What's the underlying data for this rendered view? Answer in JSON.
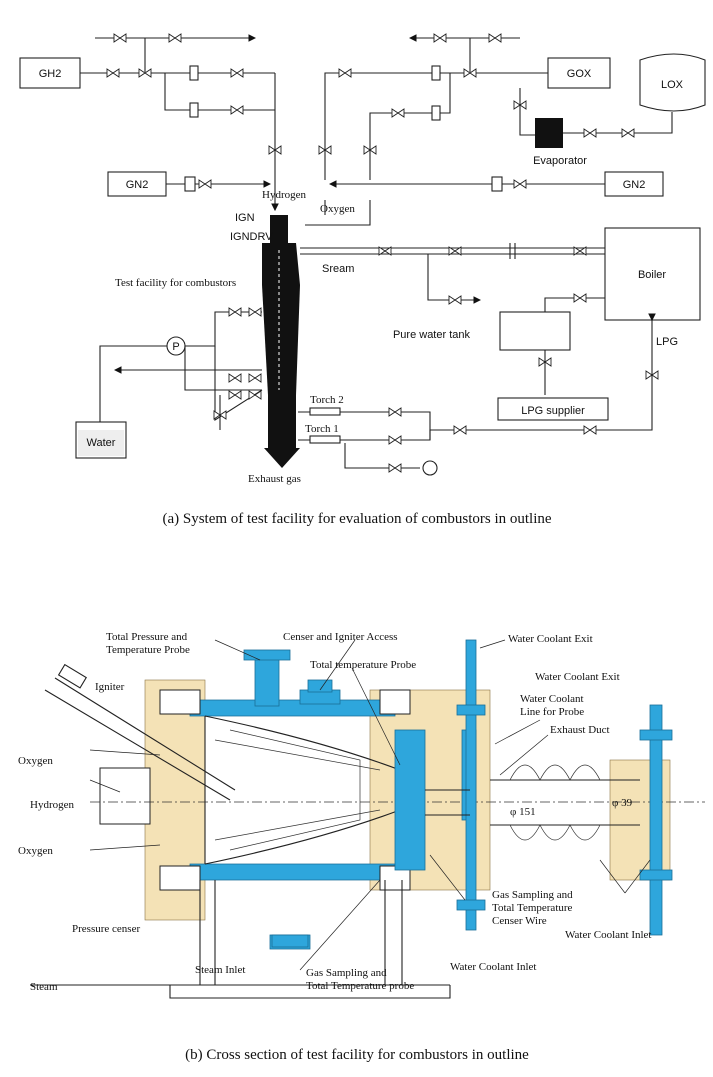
{
  "part_a": {
    "boxes": {
      "gh2": "GH2",
      "gox": "GOX",
      "lox": "LOX",
      "gn2_left": "GN2",
      "gn2_right": "GN2",
      "boiler": "Boiler",
      "pure_water_tank": "Pure water tank",
      "lpg_supplier": "LPG supplier",
      "water": "Water",
      "pump": "P"
    },
    "labels": {
      "evaporator": "Evaporator",
      "hydrogen": "Hydrogen",
      "oxygen": "Oxygen",
      "ign": "IGN",
      "igndrv": "IGNDRV",
      "steam": "Sream",
      "test_facility": "Test facility for combustors",
      "lpg": "LPG",
      "torch2": "Torch 2",
      "torch1": "Torch 1",
      "exhaust": "Exhaust gas"
    },
    "caption": "(a)   System of test facility for evaluation of combustors in outline"
  },
  "part_b": {
    "labels": {
      "total_pressure_probe": "Total Pressure and\nTemperature Probe",
      "censer_igniter": "Censer and Igniter Access",
      "total_temp_probe": "Total temperature Probe",
      "water_coolant_exit_1": "Water Coolant Exit",
      "water_coolant_exit_2": "Water Coolant Exit",
      "water_coolant_line": "Water Coolant\nLine for Probe",
      "exhaust_duct": "Exhaust Duct",
      "igniter": "Igniter",
      "oxygen_1": "Oxygen",
      "hydrogen": "Hydrogen",
      "oxygen_2": "Oxygen",
      "phi51": "φ 151",
      "phi39": "φ 39",
      "gas_sampling_wire": "Gas Sampling and\nTotal Temperature\nCenser Wire",
      "water_coolant_inlet_right": "Water Coolant Inlet",
      "pressure_censer": "Pressure censer",
      "steam_inlet": "Steam Inlet",
      "gas_sampling_probe": "Gas Sampling and\nTotal Temperature   probe",
      "water_coolant_inlet_mid": "Water Coolant Inlet",
      "steam": "Steam"
    },
    "caption": "(b)  Cross section of test facility for combustors in outline"
  },
  "colors": {
    "coolant": "#2ea6dc",
    "flange_tint": "#f4e2b6",
    "ink": "#111111"
  }
}
